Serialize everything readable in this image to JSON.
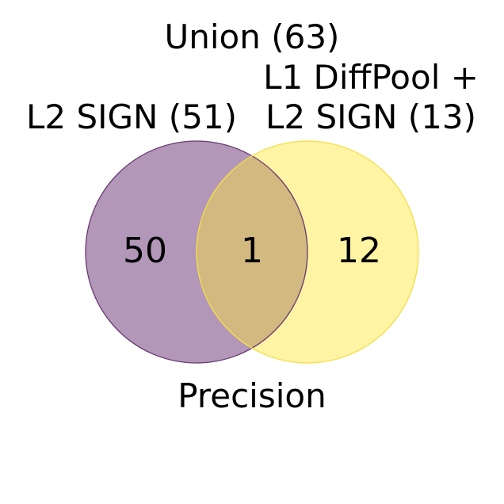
{
  "title": "Union (63)",
  "caption": "Precision",
  "sets": {
    "left": {
      "label_lines": [
        "L2 SIGN (51)"
      ],
      "color": "#440154"
    },
    "right": {
      "label_lines": [
        "L1 DiffPool +",
        "L2 SIGN (13)"
      ],
      "color": "#fde725"
    }
  },
  "regions": {
    "left_only": "50",
    "both": "1",
    "right_only": "12"
  },
  "colors": {
    "left_fill": "#b297b9",
    "right_fill": "#fef4a4",
    "overlap_fill": "#d2b980",
    "left_stroke": "#6b3a72",
    "right_stroke": "#f5de4a"
  }
}
